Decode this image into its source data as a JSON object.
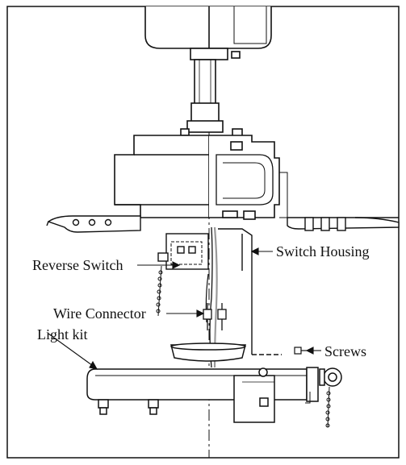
{
  "labels": {
    "switch_housing": "Switch Housing",
    "reverse_switch": "Reverse Switch",
    "wire_connector": "Wire Connector",
    "light_kit": "Light kit",
    "screws": "Screws"
  },
  "colors": {
    "ink": "#111111",
    "background": "#ffffff",
    "shade": "#9a9a9a"
  }
}
